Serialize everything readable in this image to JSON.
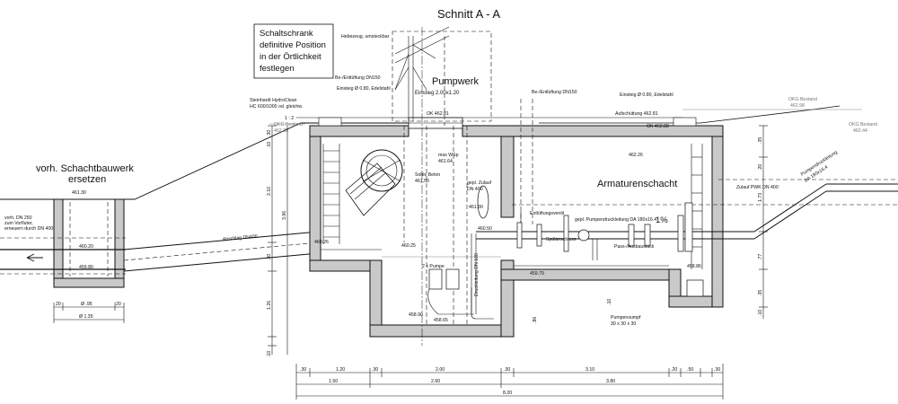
{
  "title": "Schnitt A - A",
  "notes": {
    "schaltschrank": [
      "Schaltschrank",
      "definitive Position",
      "in der Örtlichkeit",
      "festlegen"
    ],
    "schachtbauwerk": [
      "vorh. Schachtbauwerk",
      "ersetzen"
    ],
    "pumpwerk": "Pumpwerk",
    "armaturenschacht": "Armaturenschacht",
    "hebezeug": "Hebezeug, umsteckbar",
    "belueftung_left": "Be-/Entlüftung DN150",
    "belueftung_right": "Be-/Entlüftung DN150",
    "einsteig_left": "Einsteig Ø 0.80, Edelstahl",
    "einsteig_right": "Einsteig Ø 0.80, Edelstahl",
    "einstieg_main": "Einstieg 2.00x1.20",
    "steinhardt": [
      "Steinhardt HydroClean",
      "HC 600/1000 od. gleichw."
    ],
    "aufschuettung": "Aufschüttung 462.81",
    "okg_bestand_right": [
      "OKG Bestand",
      "462.98"
    ],
    "okg_bestand_far": [
      "OKG Bestand",
      "462.44"
    ],
    "okg_bestand_left": [
      "OKG Bestand",
      "462.39"
    ],
    "ok_main": "OK 462.81",
    "ok_right": "OK 462.88",
    "level_46226": "462.26",
    "max_wsp": [
      "max WSp",
      "461.64"
    ],
    "sohle_beton": [
      "Sohle Beton",
      "461.50"
    ],
    "zulauf_gepl": [
      "gepl. Zulauf",
      "DN 400"
    ],
    "level_46130": "461.30",
    "level_46100": "461.00",
    "entlueftungsventil": "Entlüftungsventil",
    "pumpendruckleitung_main": "gepl. Pumpendruckleitung DA 180x16.4",
    "percent": "1%",
    "spuelanschluss": "Spülanschluss",
    "pass_ausbau": "Pass-/Ausbaustück",
    "zulauf_pwk": "Zulauf PWK DN 400",
    "pumpendruckleitung_diag": [
      "Pumpendruckleitung",
      "DA 180x16.4"
    ],
    "level_46050": "460.50",
    "abschlag": "Abschlag DN400",
    "level_46026": "460.26",
    "level_46025": "460.25",
    "level_46020": "460.20",
    "level_45980": "459.80",
    "level_45979": "459.79",
    "level_45886": "458.86",
    "level_45890": "458.90",
    "level_45865": "458.65",
    "druckleitung_dn100": "Druckleitung DN 100",
    "pumps": "2 x Pumpe",
    "vorh_dn250": [
      "vorh. DN 250",
      "zum Vorfluter,",
      "erneuern durch DN 400"
    ],
    "pumpensumpf": [
      "Pumpensumpf",
      "30 x 30 x 30"
    ],
    "slope_left": "1 : 2",
    "dim_vertical_left": [
      "2.10",
      "3.96",
      "1.26",
      ".30",
      ".10",
      ".10",
      ".30"
    ],
    "dim_vertical_right": [
      ".35",
      ".20",
      "1.73",
      ".77",
      ".35",
      ".10",
      ".10"
    ],
    "dim_vertical_mid": [
      ".86"
    ],
    "dim_small_left": {
      "row1": [
        "20",
        "Ø .95",
        "20"
      ],
      "row2": "Ø 1.35"
    },
    "dim_bottom_row1": [
      ".30",
      "1.20",
      ".30",
      "2.00",
      ".30",
      "3.10",
      ".20",
      ".50",
      ".30"
    ],
    "dim_bottom_row2": [
      "1.50",
      "2.60",
      "3.80"
    ],
    "dim_bottom_row3": "8.20"
  }
}
